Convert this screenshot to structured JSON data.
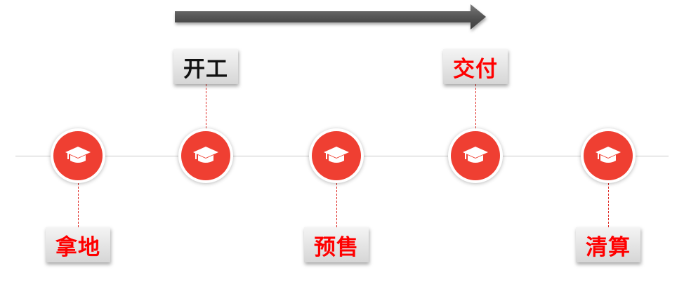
{
  "arrow": {
    "color": "#555555",
    "icon": "right-arrow-icon"
  },
  "colors": {
    "node_fill": "#ef3f32",
    "connector": "#e0302a",
    "label_red": "#ff0000",
    "label_black": "#111111"
  },
  "milestones": [
    {
      "label": "拿地",
      "position": "below",
      "label_color": "#ff0000",
      "icon": "graduation-cap-icon"
    },
    {
      "label": "开工",
      "position": "above",
      "label_color": "#111111",
      "icon": "graduation-cap-icon"
    },
    {
      "label": "预售",
      "position": "below",
      "label_color": "#ff0000",
      "icon": "graduation-cap-icon"
    },
    {
      "label": "交付",
      "position": "above",
      "label_color": "#ff0000",
      "icon": "graduation-cap-icon"
    },
    {
      "label": "清算",
      "position": "below",
      "label_color": "#ff0000",
      "icon": "graduation-cap-icon"
    }
  ]
}
